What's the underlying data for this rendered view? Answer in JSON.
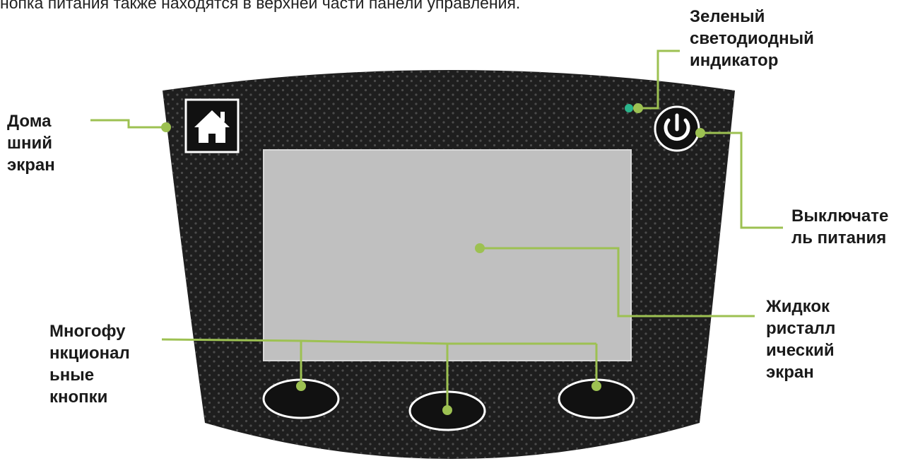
{
  "top_text": "нопка питания также находятся в верхней части панели управления.",
  "labels": {
    "led": [
      "Зеленый",
      "светодиодный",
      "индикатор"
    ],
    "home": [
      "Дома",
      "шний",
      "экран"
    ],
    "power": [
      "Выключате",
      "ль питания"
    ],
    "lcd": [
      "Жидкок",
      "ристалл",
      "ический",
      "экран"
    ],
    "multi": [
      "Многофу",
      "нкционал",
      "ьные",
      "кнопки"
    ]
  },
  "colors": {
    "callout_line": "#9dc152",
    "panel": "#1e1e1e",
    "lcd_screen": "#c0c0c0",
    "led": "#2bb58c",
    "label_text": "#1a1a1a"
  },
  "icons": {
    "home": "house-icon",
    "power": "power-icon"
  }
}
